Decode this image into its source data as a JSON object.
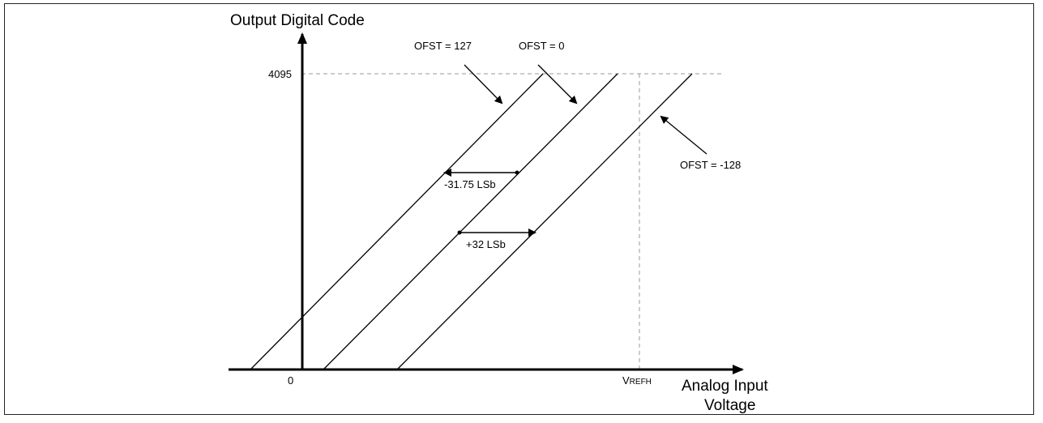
{
  "diagram": {
    "y_axis_title": "Output Digital Code",
    "x_axis_title_line1": "Analog Input",
    "x_axis_title_line2": "Voltage",
    "y_tick_max": "4095",
    "x_tick_zero": "0",
    "x_tick_vref_main": "V",
    "x_tick_vref_sub": "REFH",
    "curve_labels": {
      "ofst_127": "OFST = 127",
      "ofst_0": "OFST = 0",
      "ofst_neg128": "OFST = -128"
    },
    "shift_labels": {
      "left_shift": "-31.75 LSb",
      "right_shift": "+32 LSb"
    }
  }
}
